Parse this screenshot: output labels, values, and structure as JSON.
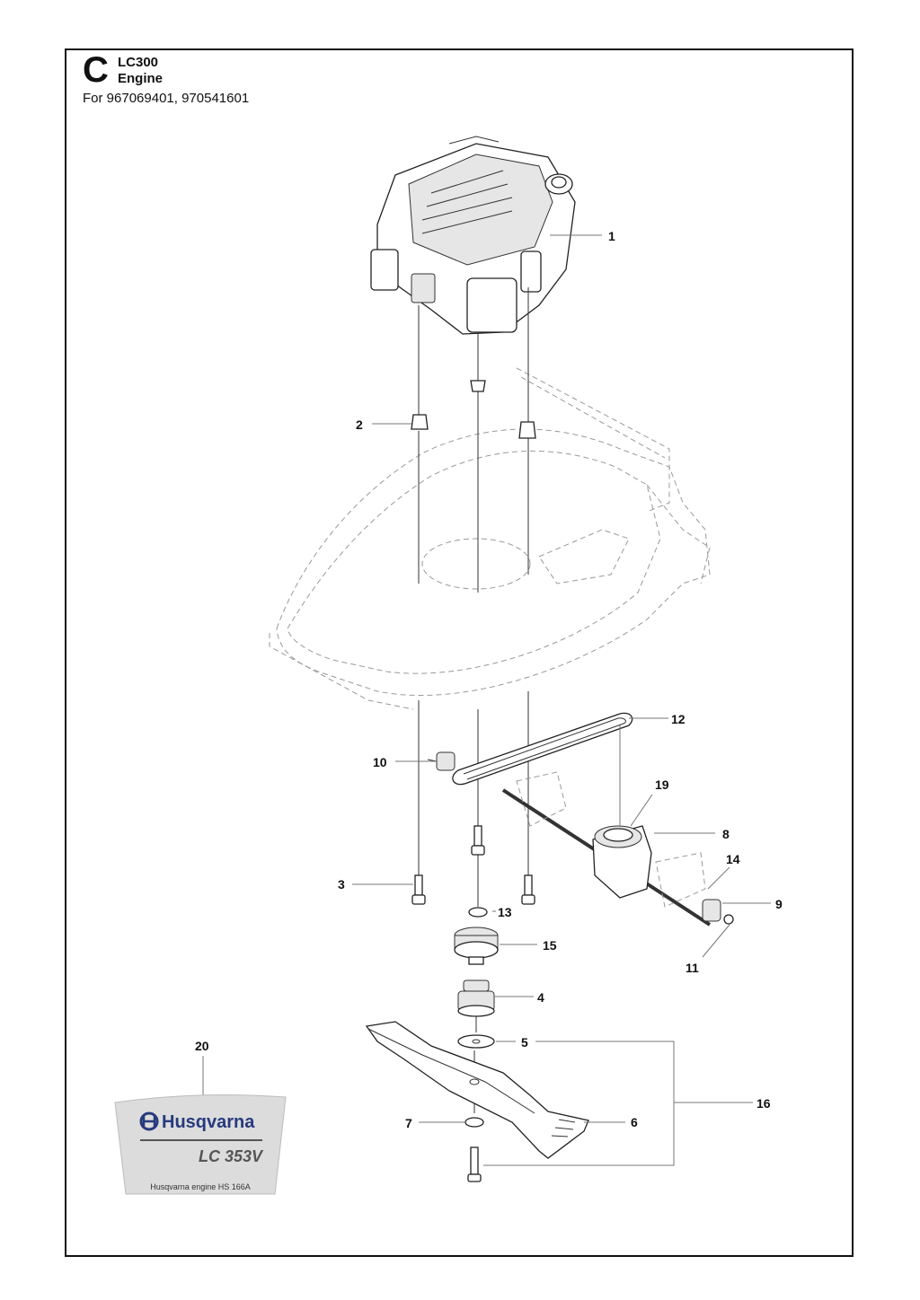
{
  "header": {
    "section_letter": "C",
    "model": "LC300",
    "title": "Engine",
    "applies_to": "For 967069401, 970541601"
  },
  "callouts": {
    "c1": "1",
    "c2": "2",
    "c3": "3",
    "c4": "4",
    "c5": "5",
    "c6": "6",
    "c7": "7",
    "c8": "8",
    "c9": "9",
    "c10": "10",
    "c11": "11",
    "c12": "12",
    "c13": "13",
    "c14": "14",
    "c15": "15",
    "c16": "16",
    "c19": "19",
    "c20": "20"
  },
  "decal": {
    "brand": "Husqvarna",
    "model": "LC 353V",
    "engine_text": "Husqvarna engine HS 166A"
  },
  "colors": {
    "brand": "#273a7d",
    "decal_bg": "#dcdcdc",
    "line": "#111111"
  }
}
